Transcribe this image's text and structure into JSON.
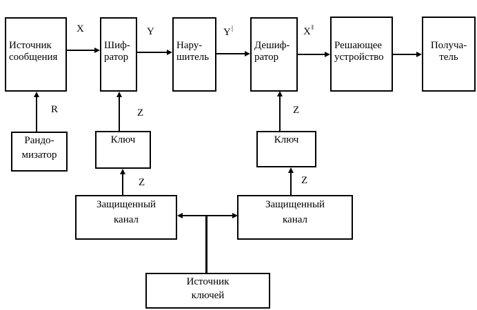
{
  "diagram": {
    "description": "Block diagram of a secrecy (cryptographic) communication system",
    "boxes": [
      {
        "name": "message-source",
        "lines": [
          "Источник",
          "сообщения"
        ]
      },
      {
        "name": "encryptor",
        "lines": [
          "Шиф-",
          "ратор"
        ]
      },
      {
        "name": "intruder",
        "lines": [
          "Нару-",
          "шитель"
        ]
      },
      {
        "name": "decryptor",
        "lines": [
          "Дешиф-",
          "ратор"
        ]
      },
      {
        "name": "decision-device",
        "lines": [
          "Решающее",
          "устройство"
        ]
      },
      {
        "name": "receiver",
        "lines": [
          "Получа-",
          "тель"
        ]
      },
      {
        "name": "randomizer",
        "lines": [
          "Рандо-",
          "мизатор"
        ]
      },
      {
        "name": "key-left",
        "lines": [
          "Ключ"
        ]
      },
      {
        "name": "key-right",
        "lines": [
          "Ключ"
        ]
      },
      {
        "name": "secure-channel-left",
        "lines": [
          "Защищенный",
          "канал"
        ]
      },
      {
        "name": "secure-channel-right",
        "lines": [
          "Защищенный",
          "канал"
        ]
      },
      {
        "name": "key-source",
        "lines": [
          "Источник",
          "ключей"
        ]
      }
    ],
    "signal_labels": {
      "x": "X",
      "y": "Y",
      "y_prime_base": "Y",
      "y_prime_sup": "|",
      "x_dprime_base": "X",
      "x_dprime_sup": "‖",
      "r": "R",
      "z_encryptor": "Z",
      "z_decryptor": "Z",
      "z_secure_left": "Z",
      "z_secure_right": "Z"
    },
    "colors": {
      "line": "#000000",
      "background": "#ffffff"
    }
  }
}
